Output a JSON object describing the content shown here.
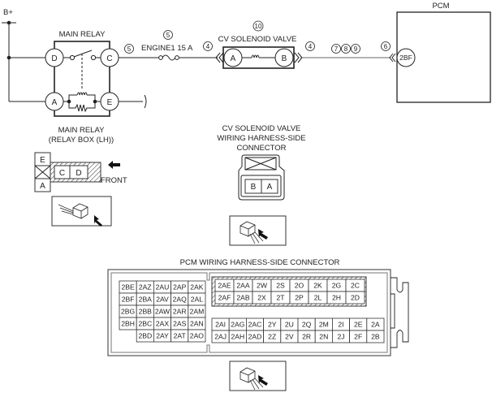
{
  "schematic": {
    "supply_label": "B+",
    "main_relay": {
      "title": "MAIN RELAY",
      "terminals": [
        "D",
        "C",
        "A",
        "E"
      ]
    },
    "fuse": {
      "label": "ENGINE1 15 A",
      "ref_number": "5"
    },
    "wire_refs": {
      "relay_to_fuse": "5",
      "fuse_to_valve": "4",
      "valve_to_pcm": "4",
      "harness_group": [
        "7",
        "8",
        "9"
      ],
      "pcm_input": "6"
    },
    "cv_solenoid_valve": {
      "title": "CV SOLENOID VALVE",
      "ref_number": "10",
      "terminals": [
        "A",
        "B"
      ]
    },
    "pcm": {
      "title": "PCM",
      "terminal": "2BF"
    }
  },
  "relay_box_connector": {
    "title_line1": "MAIN RELAY",
    "title_line2": "(RELAY BOX (LH))",
    "pins": [
      "E",
      "A",
      "C",
      "D"
    ],
    "front_label": "FRONT"
  },
  "cv_valve_connector": {
    "title_line1": "CV SOLENOID VALVE",
    "title_line2": "WIRING HARNESS-SIDE",
    "title_line3": "CONNECTOR",
    "pins": [
      "B",
      "A"
    ]
  },
  "pcm_connector": {
    "title": "PCM WIRING HARNESS-SIDE CONNECTOR",
    "left_block": [
      [
        "2BE",
        "2AZ",
        "2AU",
        "2AP",
        "2AK"
      ],
      [
        "2BF",
        "2BA",
        "2AV",
        "2AQ",
        "2AL"
      ],
      [
        "2BG",
        "2BB",
        "2AW",
        "2AR",
        "2AM"
      ],
      [
        "2BH",
        "2BC",
        "2AX",
        "2AS",
        "2AN"
      ],
      [
        "",
        "2BD",
        "2AY",
        "2AT",
        "2AO"
      ]
    ],
    "upper_right_block": [
      [
        "2AE",
        "2AA",
        "2W",
        "2S",
        "2O",
        "2K",
        "2G",
        "2C"
      ],
      [
        "2AF",
        "2AB",
        "2X",
        "2T",
        "2P",
        "2L",
        "2H",
        "2D"
      ]
    ],
    "lower_right_block": [
      [
        "2AI",
        "2AG",
        "2AC",
        "2Y",
        "2U",
        "2Q",
        "2M",
        "2I",
        "2E",
        "2A"
      ],
      [
        "2AJ",
        "2AH",
        "2AD",
        "2Z",
        "2V",
        "2R",
        "2N",
        "2J",
        "2F",
        "2B"
      ]
    ]
  }
}
